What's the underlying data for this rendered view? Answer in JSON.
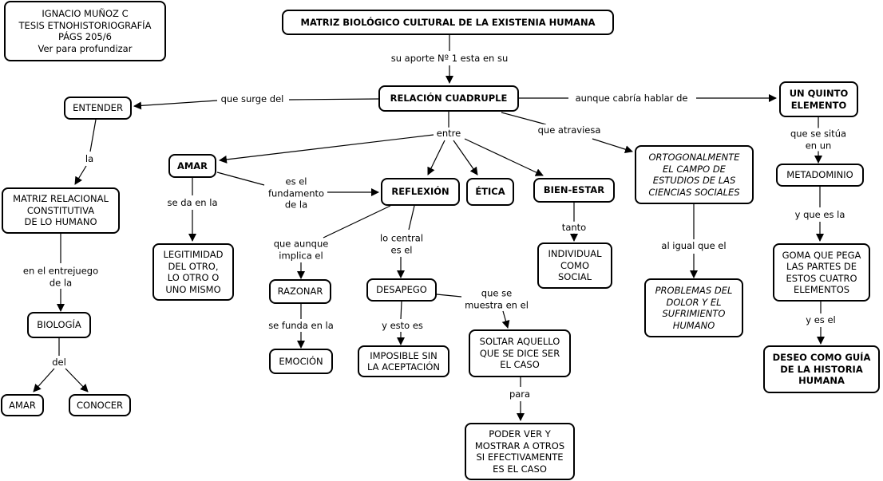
{
  "concept_map": {
    "nodes": {
      "author": {
        "text": "IGNACIO MUÑOZ C\nTESIS ETNOHISTORIOGRAFÍA\nPÁGS 205/6\nVer para profundizar",
        "style": "normal"
      },
      "matriz_bio": {
        "text": "MATRIZ BIOLÓGICO CULTURAL DE LA EXISTENIA HUMANA",
        "style": "bold"
      },
      "relacion": {
        "text": "RELACIÓN CUADRUPLE",
        "style": "bold"
      },
      "entender": {
        "text": "ENTENDER",
        "style": "normal"
      },
      "quinto": {
        "text": "UN QUINTO\nELEMENTO",
        "style": "bold"
      },
      "matriz_rel": {
        "text": "MATRIZ RELACIONAL\nCONSTITUTIVA\nDE LO HUMANO",
        "style": "normal"
      },
      "amar_main": {
        "text": "AMAR",
        "style": "bold"
      },
      "reflexion": {
        "text": "REFLEXIÓN",
        "style": "bold"
      },
      "etica": {
        "text": "ÉTICA",
        "style": "bold"
      },
      "bienestar": {
        "text": "BIEN-ESTAR",
        "style": "bold"
      },
      "ortogonal": {
        "text": "ORTOGONALMENTE\nEL CAMPO DE\nESTUDIOS DE LAS\nCIENCIAS SOCIALES",
        "style": "italic"
      },
      "metadominio": {
        "text": "METADOMINIO",
        "style": "normal"
      },
      "legitimidad": {
        "text": "LEGITIMIDAD\nDEL OTRO,\nLO OTRO O\nUNO MISMO",
        "style": "normal"
      },
      "biologia": {
        "text": "BIOLOGÍA",
        "style": "normal"
      },
      "razonar": {
        "text": "RAZONAR",
        "style": "normal"
      },
      "desapego": {
        "text": "DESAPEGO",
        "style": "normal"
      },
      "individual": {
        "text": "INDIVIDUAL\nCOMO\nSOCIAL",
        "style": "normal"
      },
      "problemas": {
        "text": "PROBLEMAS DEL\nDOLOR Y EL\nSUFRIMIENTO\nHUMANO",
        "style": "italic"
      },
      "goma": {
        "text": "GOMA QUE PEGA\nLAS PARTES DE\nESTOS CUATRO\nELEMENTOS",
        "style": "normal"
      },
      "emocion": {
        "text": "EMOCIÓN",
        "style": "normal"
      },
      "imposible": {
        "text": "IMPOSIBLE SIN\nLA ACEPTACIÓN",
        "style": "normal"
      },
      "soltar": {
        "text": "SOLTAR AQUELLO\nQUE SE DICE SER\nEL CASO",
        "style": "normal"
      },
      "deseo": {
        "text": "DESEO COMO GUÍA\nDE LA HISTORIA\nHUMANA",
        "style": "bold"
      },
      "amar_bio": {
        "text": "AMAR",
        "style": "normal"
      },
      "conocer": {
        "text": "CONOCER",
        "style": "normal"
      },
      "poder_ver": {
        "text": "PODER VER Y\nMOSTRAR A OTROS\nSI EFECTIVAMENTE\nES EL CASO",
        "style": "normal"
      }
    },
    "links": {
      "su_aporte": "su aporte Nº 1 esta en su",
      "que_surge": "que surge del",
      "aunque_cabria": "aunque cabría hablar de",
      "entre": "entre",
      "que_atraviesa": "que atraviesa",
      "la": "la",
      "que_se_situa": "que se sitúa en un",
      "es_fundamento": "es el\nfundamento\nde la",
      "se_da": "se da en la",
      "en_entrejuego": "en el entrejuego\nde la",
      "que_aunque": "que aunque\nimplica el",
      "lo_central": "lo central\nes el",
      "tanto": "tanto",
      "al_igual": "al igual que el",
      "y_que_es": "y que es la",
      "se_funda": "se funda en la",
      "y_esto": "y esto es",
      "que_se_muestra": "que se\nmuestra en el",
      "y_es_el": "y es el",
      "del": "del",
      "para": "para"
    }
  }
}
